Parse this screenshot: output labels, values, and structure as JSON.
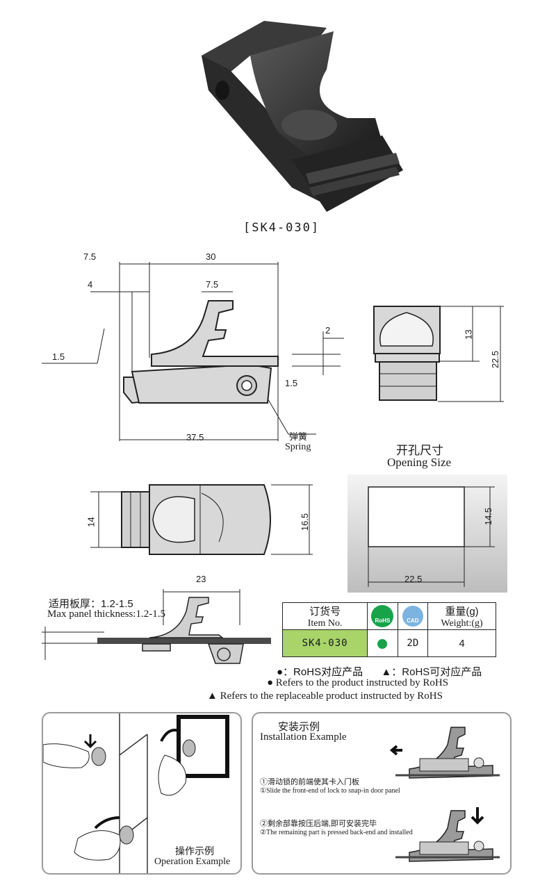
{
  "product": {
    "caption": "[SK4-030]"
  },
  "side_view": {
    "dims": [
      "7.5",
      "30",
      "4",
      "7.5",
      "2",
      "1.5",
      "1.5",
      "37.5"
    ],
    "spring_cn": "弹簧",
    "spring_en": "Spring"
  },
  "front_view": {
    "dims": [
      "13",
      "22.5"
    ]
  },
  "top_view": {
    "dims": [
      "14",
      "16.5"
    ]
  },
  "opening": {
    "title_cn": "开孔尺寸",
    "title_en": "Opening Size",
    "dims": [
      "14.5",
      "22.5"
    ]
  },
  "panel": {
    "label_cn": "适用板厚：1.2-1.5",
    "label_en": "Max panel thickness:1.2-1.5",
    "dim": "23"
  },
  "order_table": {
    "headers": {
      "item_cn": "订货号",
      "item_en": "Item No.",
      "rohs_badge": "RoHS",
      "cad_badge": "CAD",
      "weight_cn": "重量(g)",
      "weight_en": "Weight:(g)"
    },
    "row": {
      "item_no": "SK4-030",
      "cad": "2D",
      "weight": "4"
    },
    "colors": {
      "item_cell": "#a8d46a",
      "rohs_dot": "#18a34a",
      "cad_badge": "#7cb3e0"
    }
  },
  "legend": {
    "line1_dot_cn": "●：RoHS对应产品",
    "line1_tri_cn": "▲：RoHS可对应产品",
    "line2": "● Refers to the product instructed by RoHS",
    "line3": "▲ Refers to the replaceable product instructed by RoHS"
  },
  "operation": {
    "title_cn": "操作示例",
    "title_en": "Operation Example"
  },
  "installation": {
    "title_cn": "安装示例",
    "title_en": "Installation Example",
    "step1_cn": "①滑动锁的前端使其卡入门板",
    "step1_en": "①Slide the front-end of lock to snap-in door panel",
    "step2_cn": "②剩余部靠按压后端,即可安装完毕",
    "step2_en": "②The remaining part is pressed back-end and installed"
  }
}
